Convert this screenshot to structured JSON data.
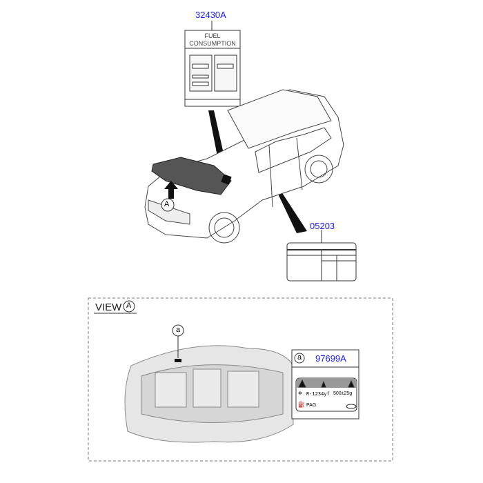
{
  "parts": {
    "fuel_label": "32430A",
    "body_label": "05203",
    "ac_label": "97699A"
  },
  "fuel_label_card": {
    "line1": "FUEL",
    "line2": "CONSUMPTION"
  },
  "callouts": {
    "view_marker": "A",
    "detail_marker": "a"
  },
  "view": {
    "title": "VIEW",
    "marker": "A"
  },
  "ac_label_card": {
    "refrigerant": "R-1234yf",
    "charge": "500±25g",
    "oil": "PAG"
  },
  "colors": {
    "part_number": "#1a1aff",
    "line": "#333333",
    "hood": "#555555"
  }
}
